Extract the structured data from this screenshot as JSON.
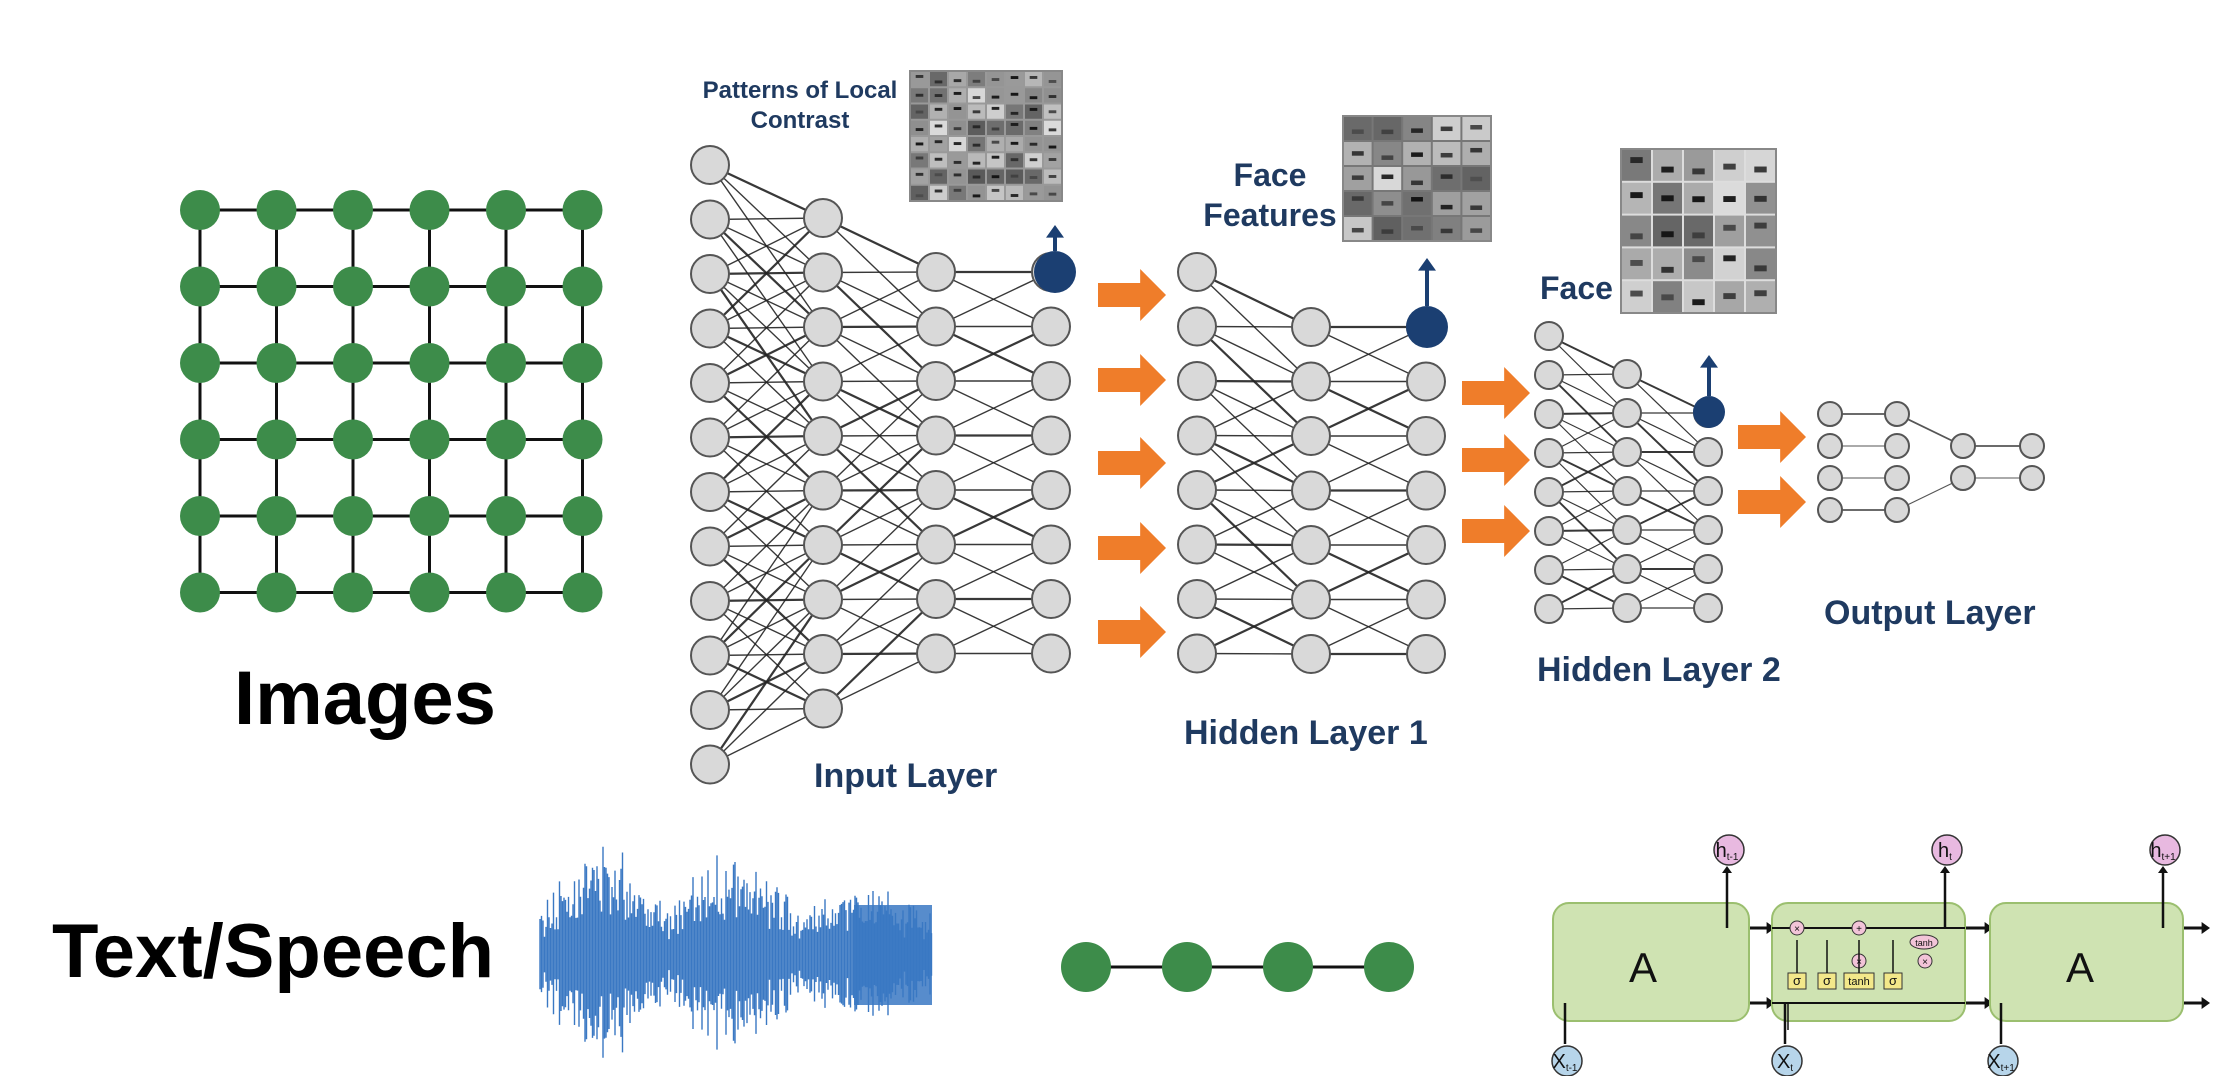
{
  "labels": {
    "images": "Images",
    "text_speech": "Text/Speech",
    "patterns_line1": "Patterns of Local",
    "patterns_line2": "Contrast",
    "face_features_line1": "Face",
    "face_features_line2": "Features",
    "face": "Face",
    "input_layer": "Input Layer",
    "hidden_layer_1": "Hidden Layer 1",
    "hidden_layer_2": "Hidden Layer 2",
    "output_layer": "Output Layer"
  },
  "lstm": {
    "cell_left": "A",
    "cell_right": "A",
    "out_prev": "h",
    "out_prev_sub": "t-1",
    "out_cur": "h",
    "out_cur_sub": "t",
    "out_next": "h",
    "out_next_sub": "t+1",
    "in_prev": "X",
    "in_prev_sub": "t-1",
    "in_cur": "X",
    "in_cur_sub": "t",
    "in_next": "X",
    "in_next_sub": "t+1",
    "gate_sigma": "σ",
    "gate_tanh": "tanh",
    "op_mult": "×",
    "op_add": "+"
  },
  "colors": {
    "graph_node": "#3d8c4a",
    "nn_node_fill": "#d9d9d9",
    "highlight_node": "#1b3f72",
    "arrow": "#ef7d2a",
    "wave": "#3a78c3",
    "label_blue": "#1f3a60",
    "lstm_cell": "#cfe3b2",
    "lstm_output": "#e8b9e0",
    "lstm_input": "#b7d5ea"
  },
  "grid": {
    "rows": 6,
    "cols": 6
  },
  "sequence": {
    "nodes": 4
  },
  "network": {
    "input_layer_sizes": [
      12,
      10,
      8,
      8
    ],
    "hidden1_sizes": [
      8,
      7,
      7
    ],
    "hidden2_sizes": [
      8,
      7,
      6
    ],
    "output_sizes": [
      4,
      4,
      2,
      2
    ]
  }
}
